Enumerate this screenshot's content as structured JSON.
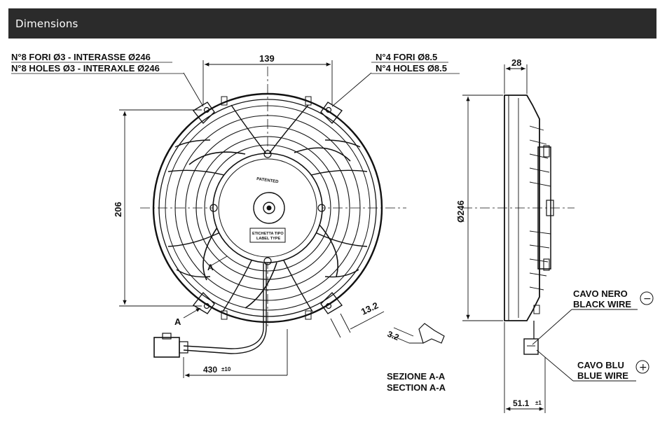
{
  "header": {
    "title": "Dimensions"
  },
  "front_view": {
    "holes_8_it": "N°8 FORI Ø3 - INTERASSE Ø246",
    "holes_8_en": "N°8 HOLES Ø3 - INTERAXLE Ø246",
    "holes_4_it": "N°4 FORI Ø8.5",
    "holes_4_en": "N°4 HOLES Ø8.5",
    "dim_139": "139",
    "dim_206": "206",
    "dim_13_2": "13.2",
    "dim_430": "430",
    "dim_430_tol": "±10",
    "section_marker_a": "A",
    "label_patented": "PATENTED",
    "label_type_it": "ETICHETTA TIPO",
    "label_type_en": "LABEL TYPE"
  },
  "section_view": {
    "dim_3_2": "3.2",
    "title_it": "SEZIONE A-A",
    "title_en": "SECTION A-A"
  },
  "side_view": {
    "dim_28": "28",
    "dim_246": "Ø246",
    "dim_51_1": "51.1",
    "dim_51_1_tol": "±1",
    "black_wire_it": "CAVO NERO",
    "black_wire_en": "BLACK WIRE",
    "blue_wire_it": "CAVO BLU",
    "blue_wire_en": "BLUE WIRE",
    "minus_symbol": "−",
    "plus_symbol": "+"
  }
}
